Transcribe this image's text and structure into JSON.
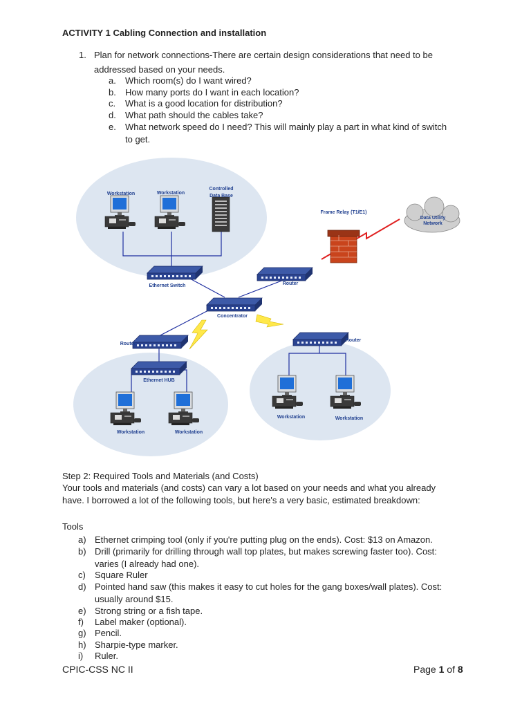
{
  "title": "ACTIVITY 1 Cabling Connection and installation",
  "plan": {
    "number": "1.",
    "line1": "Plan for network connections-There are certain design considerations that need to be",
    "line2": "addressed based on your needs.",
    "items": [
      {
        "letter": "a.",
        "text": "Which room(s) do I want wired?"
      },
      {
        "letter": "b.",
        "text": "How many ports do I want in each location?"
      },
      {
        "letter": "c.",
        "text": "What is a good location for distribution?"
      },
      {
        "letter": "d.",
        "text": "What path should the cables take?"
      },
      {
        "letter": "e.",
        "text": "What network speed do I need? This will mainly play a part in what kind of switch",
        "cont": "to get."
      }
    ]
  },
  "diagram": {
    "labels": {
      "ws1": "Workstation",
      "ws2": "Workstation",
      "db1": "Controlled",
      "db2": "Data Base",
      "eswitch": "Ethernet Switch",
      "frame": "Frame Relay (T1/E1)",
      "cloud1": "Data Utility",
      "cloud2": "Network",
      "router_top": "Router",
      "concentrator": "Concentrator",
      "router_left": "Router",
      "ehub": "Ethernet HUB",
      "ws3": "Workstation",
      "ws4": "Workstation",
      "router_right": "Router",
      "ws5": "Workstation",
      "ws6": "Workstation"
    }
  },
  "step2": {
    "heading": "Step 2: Required Tools and Materials (and Costs)",
    "para1": "Your tools and materials (and costs) can vary a lot based on your needs and what you already",
    "para2": "have. I borrowed a lot of the following tools, but here's a very basic, estimated breakdown:"
  },
  "tools": {
    "heading": "Tools",
    "items": [
      {
        "letter": "a)",
        "text": "Ethernet crimping tool (only if you're putting plug on the ends). Cost: $13 on Amazon."
      },
      {
        "letter": "b)",
        "text": "Drill (primarily for drilling through wall top plates, but makes screwing faster too). Cost:",
        "cont": "varies (I already had one)."
      },
      {
        "letter": "c)",
        "text": "Square Ruler"
      },
      {
        "letter": "d)",
        "text": "Pointed hand saw (this makes it easy to cut holes for the gang boxes/wall plates). Cost:",
        "cont": "usually around $15."
      },
      {
        "letter": "e)",
        "text": "Strong string or a fish tape."
      },
      {
        "letter": "f)",
        "text": "Label maker (optional)."
      },
      {
        "letter": "g)",
        "text": "Pencil."
      },
      {
        "letter": "h)",
        "text": "Sharpie-type marker."
      },
      {
        "letter": "i)",
        "text": "Ruler."
      }
    ]
  },
  "footer": {
    "left": "CPIC-CSS NC II",
    "page_word": "Page",
    "page_num": "1",
    "of_word": "of",
    "total": "8"
  },
  "colors": {
    "bubble": "#dde6f1",
    "wire": "#1f2fa0",
    "device": "#2f4a8f",
    "red_link": "#e02020",
    "lightning": "#ffe84a",
    "label_blue": "#1f3f8f"
  }
}
